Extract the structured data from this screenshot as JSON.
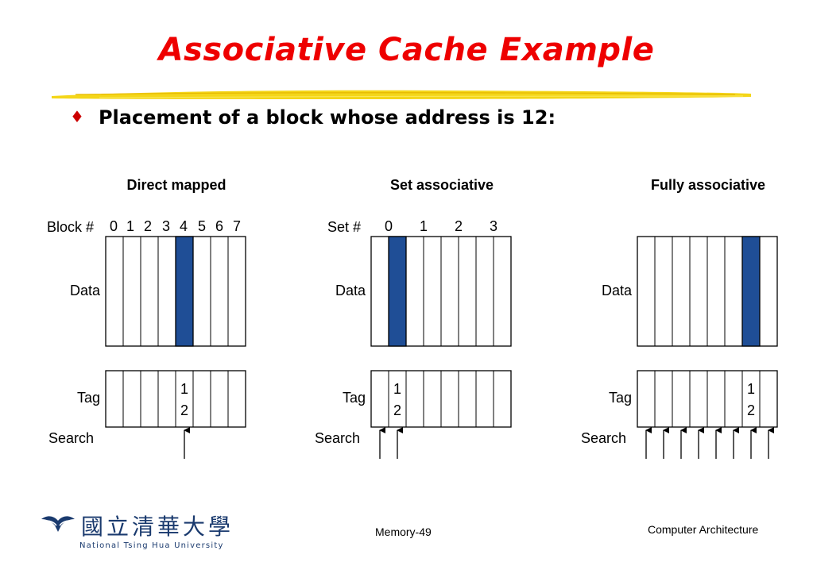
{
  "slide": {
    "title": "Associative Cache Example",
    "bullet": "Placement of a block whose address is 12:",
    "accent_color": "#ee0000",
    "bullet_color": "#cc0000"
  },
  "diagram": {
    "fill_color": "#1f4e96",
    "panels": [
      {
        "heading": "Direct mapped",
        "index_label": "Block #",
        "index_values": [
          "0",
          "1",
          "2",
          "3",
          "4",
          "5",
          "6",
          "7"
        ],
        "data_label": "Data",
        "tag_label": "Tag",
        "search_label": "Search",
        "filled_column": 4,
        "tag_column": 4,
        "tag_digits": [
          "1",
          "2"
        ],
        "search_arrow_columns": [
          4
        ]
      },
      {
        "heading": "Set associative",
        "index_label": "Set #",
        "index_values": [
          "0",
          "1",
          "2",
          "3"
        ],
        "data_label": "Data",
        "tag_label": "Tag",
        "search_label": "Search",
        "filled_column": 1,
        "tag_column": 1,
        "tag_digits": [
          "1",
          "2"
        ],
        "search_arrow_columns": [
          0,
          1
        ]
      },
      {
        "heading": "Fully associative",
        "index_label": "",
        "index_values": [],
        "data_label": "Data",
        "tag_label": "Tag",
        "search_label": "Search",
        "filled_column": 6,
        "tag_column": 6,
        "tag_digits": [
          "1",
          "2"
        ],
        "search_arrow_columns": [
          0,
          1,
          2,
          3,
          4,
          5,
          6,
          7
        ]
      }
    ]
  },
  "footer": {
    "logo_cjk": "國立清華大學",
    "logo_en": "National Tsing Hua University",
    "page_label": "Memory-49",
    "course_label": "Computer Architecture"
  }
}
